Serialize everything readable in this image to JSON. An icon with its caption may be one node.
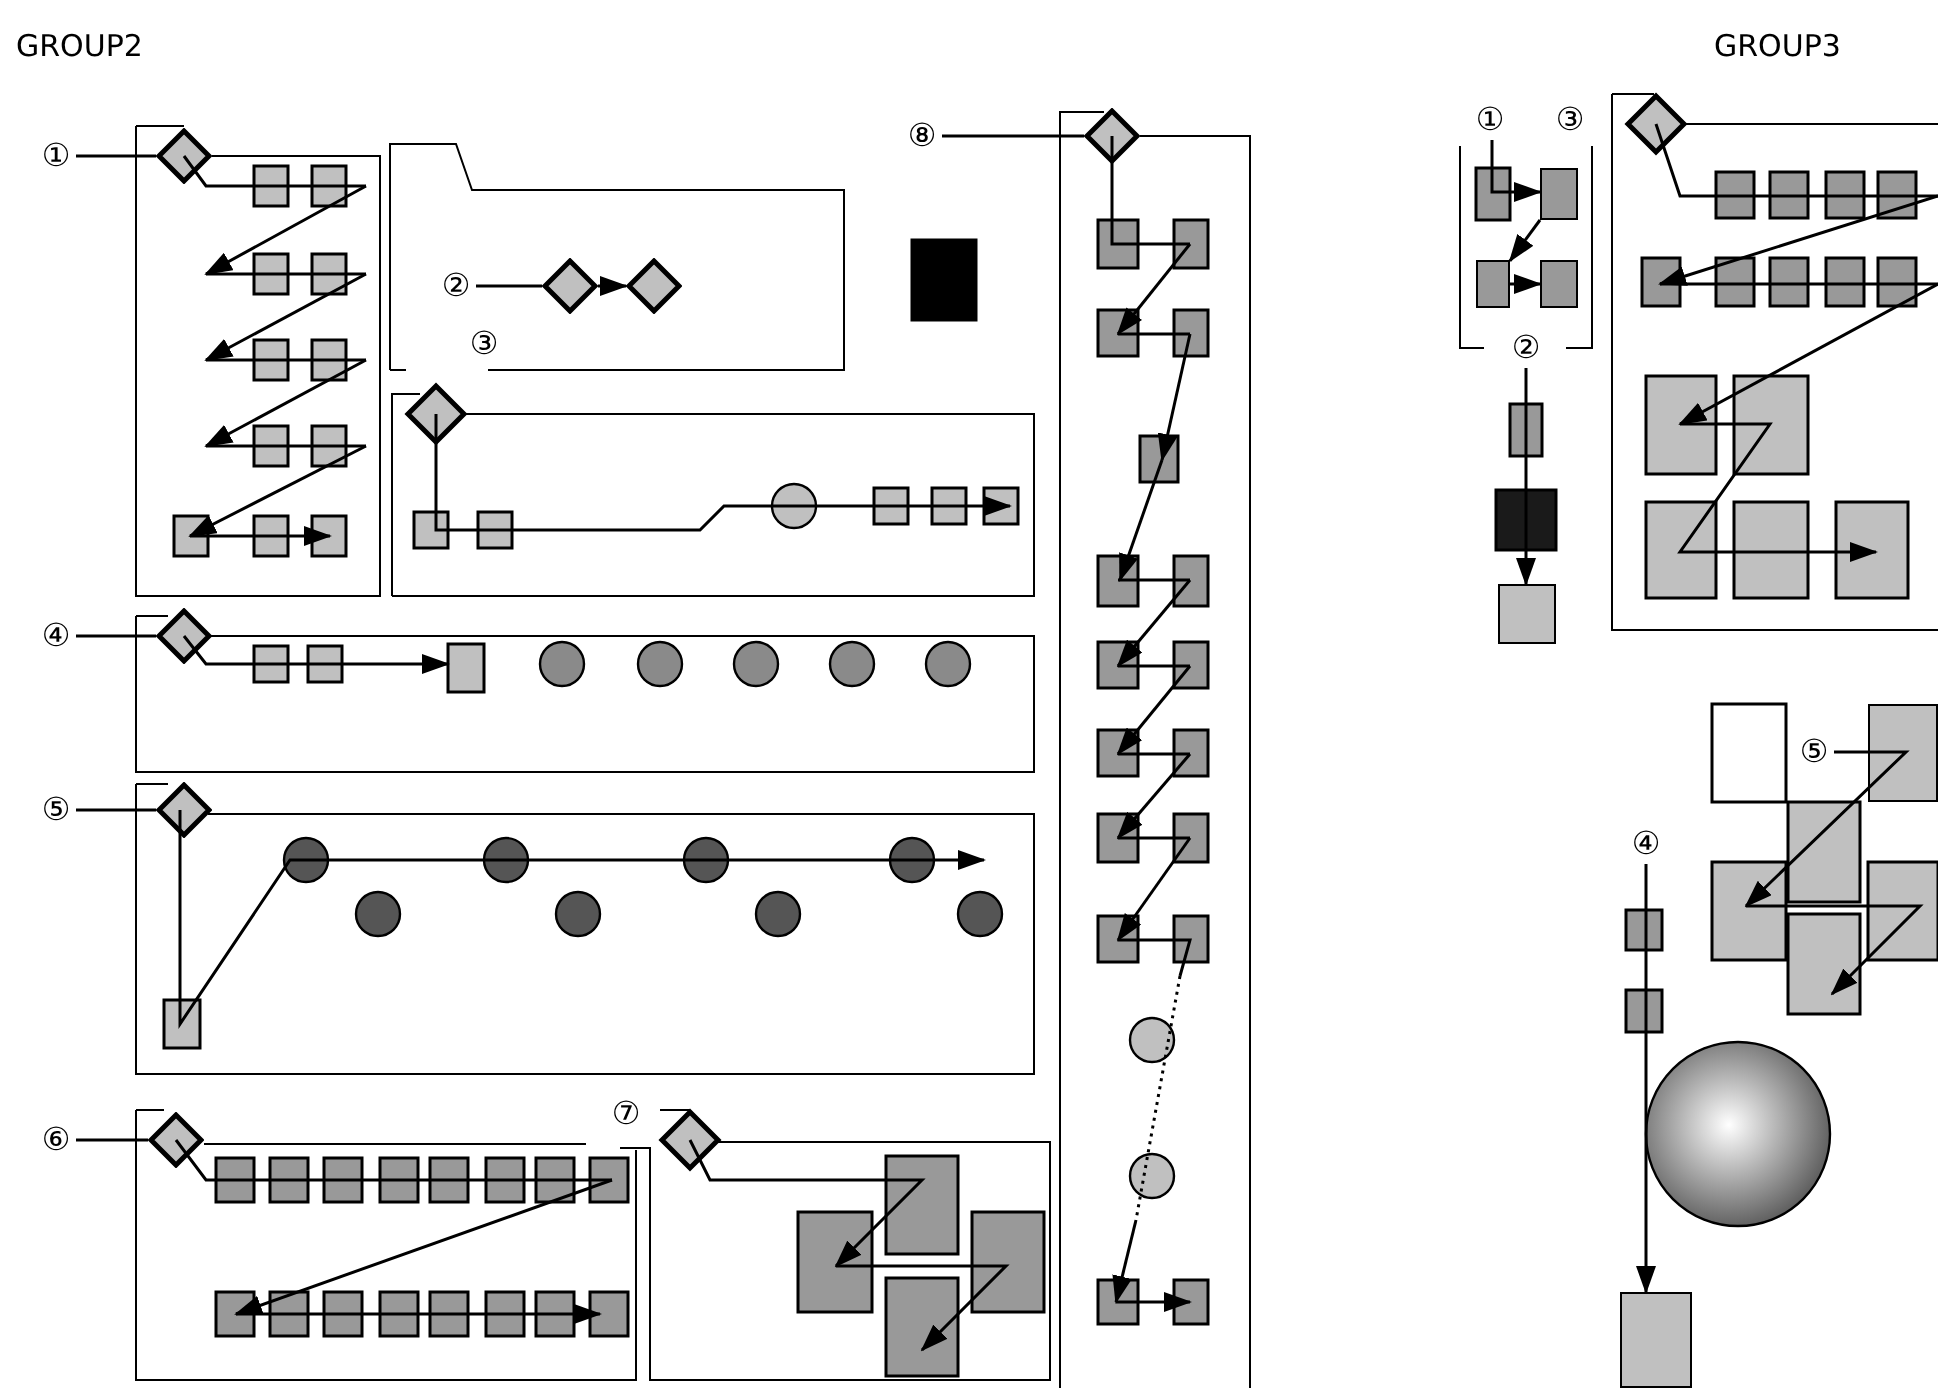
{
  "diagram": {
    "nodes": [
      {
        "text": [
          "①"
        ]
      },
      {
        "text": [],
        "shape": "diamond"
      },
      {
        "text": [
          "②"
        ]
      },
      {
        "text": [],
        "shape": "diamond"
      },
      {
        "text": [],
        "shape": "diamond"
      },
      {
        "text": [
          "④"
        ]
      },
      {
        "text": [],
        "shape": "diamond"
      },
      {
        "text": [
          "⑤"
        ]
      },
      {
        "text": [],
        "shape": "diamond"
      },
      {
        "text": [
          "⑥"
        ]
      },
      {
        "text": [],
        "shape": "diamond"
      },
      {
        "text": [
          "⑧"
        ]
      },
      {
        "text": [],
        "shape": "diamond"
      },
      {
        "text": [
          "①"
        ]
      },
      {
        "text": [],
        "shape": "box"
      },
      {
        "text": [
          "②"
        ]
      },
      {
        "text": [],
        "shape": "box"
      },
      {
        "text": [
          "⑤"
        ]
      },
      {
        "text": [],
        "shape": "box"
      },
      {
        "text": [
          "④"
        ]
      },
      {
        "text": [],
        "shape": "box"
      },
      {
        "text": [],
        "shape": "box"
      },
      {
        "text": [],
        "shape": "box"
      }
    ],
    "edges": [
      {
        "from": 0,
        "to": 1,
        "arrow": "none"
      },
      {
        "from": 2,
        "to": 3,
        "arrow": "none"
      },
      {
        "from": 3,
        "to": 4,
        "arrow": "to"
      },
      {
        "from": 5,
        "to": 6,
        "arrow": "none"
      },
      {
        "from": 7,
        "to": 8,
        "arrow": "none"
      },
      {
        "from": 9,
        "to": 10,
        "arrow": "none"
      },
      {
        "from": 11,
        "to": 12,
        "arrow": "none"
      },
      {
        "from": 13,
        "to": 14,
        "arrow": "to"
      },
      {
        "from": 15,
        "to": 16,
        "arrow": "to"
      },
      {
        "from": 17,
        "to": 18,
        "arrow": "none"
      },
      {
        "from": 19,
        "to": 20,
        "arrow": "to"
      },
      {
        "from": 14,
        "to": 21,
        "arrow": "to"
      },
      {
        "from": 21,
        "to": 22,
        "arrow": "to"
      }
    ],
    "labels": [
      "GROUP2",
      "③",
      "⑦",
      "GROUP3",
      "③"
    ]
  }
}
